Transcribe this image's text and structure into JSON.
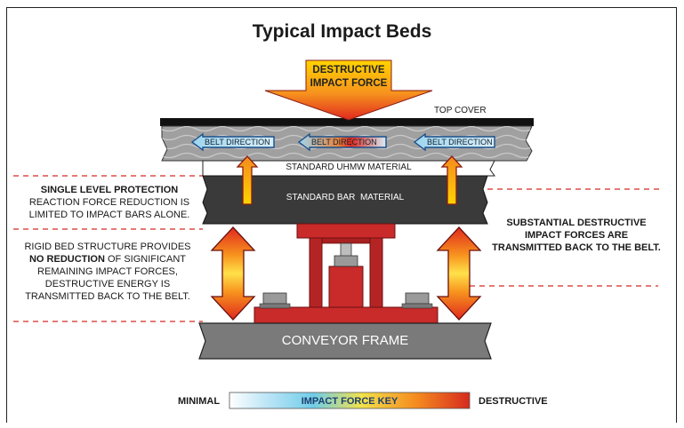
{
  "title": "Typical Impact Beds",
  "force_arrow": {
    "line1": "DESTRUCTIVE",
    "line2": "IMPACT FORCE"
  },
  "layers": {
    "top_cover": "TOP COVER",
    "belt_direction": [
      "BELT DIRECTION",
      "BELT DIRECTION",
      "BELT DIRECTION"
    ],
    "uhmw": "STANDARD UHMW MATERIAL",
    "bar": "STANDARD BAR  MATERIAL",
    "frame": "CONVEYOR FRAME"
  },
  "notes": {
    "single_level": {
      "heading": "SINGLE LEVEL PROTECTION",
      "line1": "REACTION FORCE REDUCTION IS",
      "line2": "LIMITED TO IMPACT BARS ALONE."
    },
    "rigid_bed": {
      "line1": "RIGID BED STRUCTURE PROVIDES",
      "bold": "NO REDUCTION",
      "rest": " OF SIGNIFICANT",
      "line3": "REMAINING IMPACT FORCES,",
      "line4": "DESTRUCTIVE ENERGY IS",
      "line5": "TRANSMITTED BACK TO THE BELT."
    },
    "substantial": {
      "line1": "SUBSTANTIAL DESTRUCTIVE",
      "line2": "IMPACT FORCES ARE",
      "line3": "TRANSMITTED BACK TO THE BELT."
    }
  },
  "key": {
    "min_label": "MINIMAL",
    "title": "IMPACT FORCE KEY",
    "max_label": "DESTRUCTIVE"
  },
  "colors": {
    "red": "#d42a20",
    "dark_red": "#b01e1e",
    "gray_bar": "#3a3a3a",
    "frame_gray": "#777777",
    "belt_gray": "#9a9a9a",
    "light_blue": "#9fd6ef",
    "yellow": "#ffd400",
    "orange": "#f59a1a",
    "dashed": "#d42a20"
  }
}
